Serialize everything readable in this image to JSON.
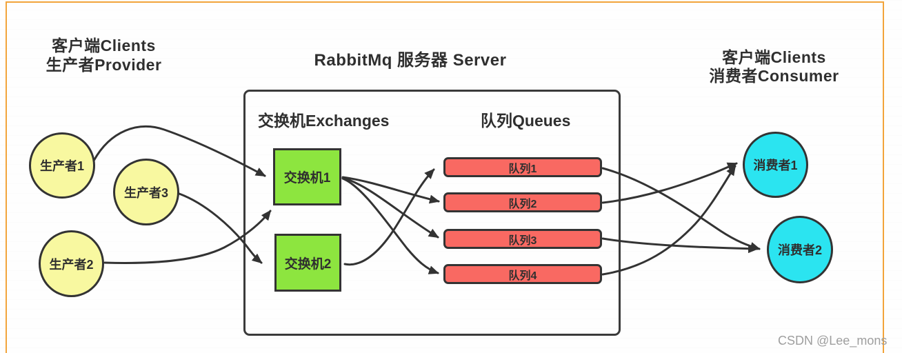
{
  "watermark": "CSDN @Lee_mons",
  "colors": {
    "frame": "#F2A43A",
    "producer_fill": "#F8F8A0",
    "exchange_fill": "#8DE53F",
    "queue_fill": "#F96962",
    "consumer_fill": "#2BE4F0",
    "stroke": "#333333",
    "watermark_text": "#9E9E9E"
  },
  "diagram": {
    "producer_group_title": {
      "line1": "客户端Clients",
      "line2": "生产者Provider"
    },
    "server_title": "RabbitMq 服务器 Server",
    "consumer_group_title": {
      "line1": "客户端Clients",
      "line2": "消费者Consumer"
    },
    "exchanges_heading": "交换机Exchanges",
    "queues_heading": "队列Queues",
    "producers": [
      {
        "label": "生产者1"
      },
      {
        "label": "生产者3"
      },
      {
        "label": "生产者2"
      }
    ],
    "exchanges": [
      {
        "label": "交换机1"
      },
      {
        "label": "交换机2"
      }
    ],
    "queues": [
      {
        "label": "队列1"
      },
      {
        "label": "队列2"
      },
      {
        "label": "队列3"
      },
      {
        "label": "队列4"
      }
    ],
    "consumers": [
      {
        "label": "消费者1"
      },
      {
        "label": "消费者2"
      }
    ],
    "connections": [
      {
        "from": "生产者1",
        "to": "交换机1"
      },
      {
        "from": "生产者2",
        "to": "交换机1"
      },
      {
        "from": "生产者3",
        "to": "交换机2"
      },
      {
        "from": "交换机1",
        "to": "队列2"
      },
      {
        "from": "交换机1",
        "to": "队列3"
      },
      {
        "from": "交换机1",
        "to": "队列4"
      },
      {
        "from": "交换机2",
        "to": "队列1"
      },
      {
        "from": "队列1",
        "to": "消费者2"
      },
      {
        "from": "队列2",
        "to": "消费者1"
      },
      {
        "from": "队列3",
        "to": "消费者2"
      },
      {
        "from": "队列4",
        "to": "消费者1"
      }
    ]
  }
}
